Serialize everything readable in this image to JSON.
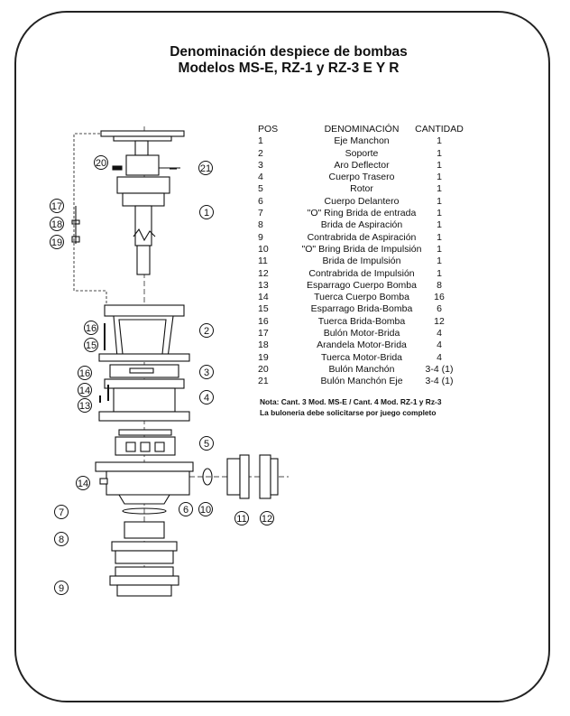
{
  "title_line1": "Denominación despiece de bombas",
  "title_line2": "Modelos MS-E, RZ-1 y RZ-3 E Y R",
  "table": {
    "headers": [
      "POS",
      "DENOMINACIÓN",
      "CANTIDAD"
    ],
    "rows": [
      [
        "1",
        "Eje Manchon",
        "1"
      ],
      [
        "2",
        "Soporte",
        "1"
      ],
      [
        "3",
        "Aro Deflector",
        "1"
      ],
      [
        "4",
        "Cuerpo Trasero",
        "1"
      ],
      [
        "5",
        "Rotor",
        "1"
      ],
      [
        "6",
        "Cuerpo Delantero",
        "1"
      ],
      [
        "7",
        "\"O\" Ring Brida de entrada",
        "1"
      ],
      [
        "8",
        "Brida de Aspiración",
        "1"
      ],
      [
        "9",
        "Contrabrida de Aspiración",
        "1"
      ],
      [
        "10",
        "\"O\" Bring Brida de Impulsión",
        "1"
      ],
      [
        "11",
        "Brida de Impulsión",
        "1"
      ],
      [
        "12",
        "Contrabrida de Impulsión",
        "1"
      ],
      [
        "13",
        "Esparrago Cuerpo Bomba",
        "8"
      ],
      [
        "14",
        "Tuerca Cuerpo Bomba",
        "16"
      ],
      [
        "15",
        "Esparrago Brida-Bomba",
        "6"
      ],
      [
        "16",
        "Tuerca Brida-Bomba",
        "12"
      ],
      [
        "17",
        "Bulón Motor-Brida",
        "4"
      ],
      [
        "18",
        "Arandela Motor-Brida",
        "4"
      ],
      [
        "19",
        "Tuerca Motor-Brida",
        "4"
      ],
      [
        "20",
        "Bulón Manchón",
        "3-4 (1)"
      ],
      [
        "21",
        "Bulón Manchón Eje",
        "3-4 (1)"
      ]
    ]
  },
  "note_line1": "Nota: Cant. 3 Mod. MS-E / Cant. 4 Mod. RZ-1 y Rz-3",
  "note_line2": "La buloneria debe solicitarse por juego completo",
  "callouts": {
    "c1": "1",
    "c2": "2",
    "c3": "3",
    "c4": "4",
    "c5": "5",
    "c6": "6",
    "c7": "7",
    "c8": "8",
    "c9": "9",
    "c10": "10",
    "c11": "11",
    "c12": "12",
    "c13": "13",
    "c14a": "14",
    "c14b": "14",
    "c15": "15",
    "c16a": "16",
    "c16b": "16",
    "c17": "17",
    "c18": "18",
    "c19": "19",
    "c20": "20",
    "c21": "21"
  }
}
